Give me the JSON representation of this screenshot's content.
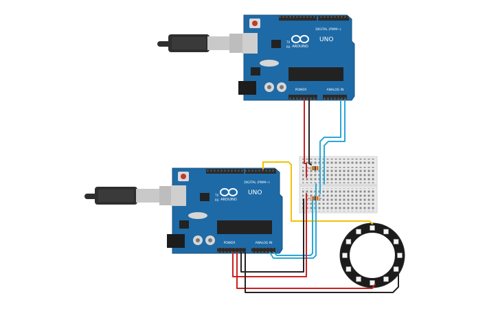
{
  "colors": {
    "board": "#1e6aa6",
    "board_dark": "#15517f",
    "header": "#2b2b2b",
    "wire_red": "#cc1f1f",
    "wire_black": "#222222",
    "wire_blue": "#2aa7d6",
    "wire_yellow": "#f2c200",
    "breadboard": "#e9e9e9",
    "usb": "#2e2e2e",
    "usb_metal": "#c9c9c9"
  },
  "board_top": {
    "model": "UNO",
    "brand": "ARDUINO",
    "digital_label": "DIGITAL (PWM~)",
    "power_label": "POWER",
    "analog_label": "ANALOG IN",
    "tx": "TX",
    "rx": "RX"
  },
  "board_bottom": {
    "model": "UNO",
    "brand": "ARDUINO",
    "digital_label": "DIGITAL (PWM~)",
    "power_label": "POWER",
    "analog_label": "ANALOG IN",
    "tx": "TX",
    "rx": "RX"
  },
  "neopixel_ring": {
    "leds": 12
  }
}
